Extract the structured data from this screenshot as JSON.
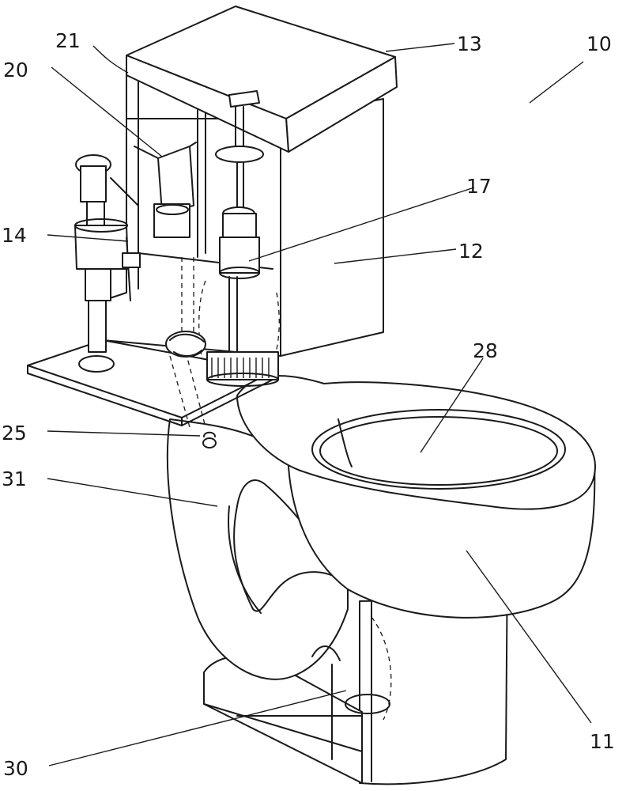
{
  "labels": {
    "toilet": "10",
    "bowl_base": "11",
    "tank": "12",
    "tank_lid": "13",
    "fill_valve": "14",
    "flush_valve": "17",
    "bracket": "20",
    "lid_hook": "21",
    "nozzle": "25",
    "bowl_opening": "28",
    "outlet": "30",
    "trapway": "31"
  }
}
